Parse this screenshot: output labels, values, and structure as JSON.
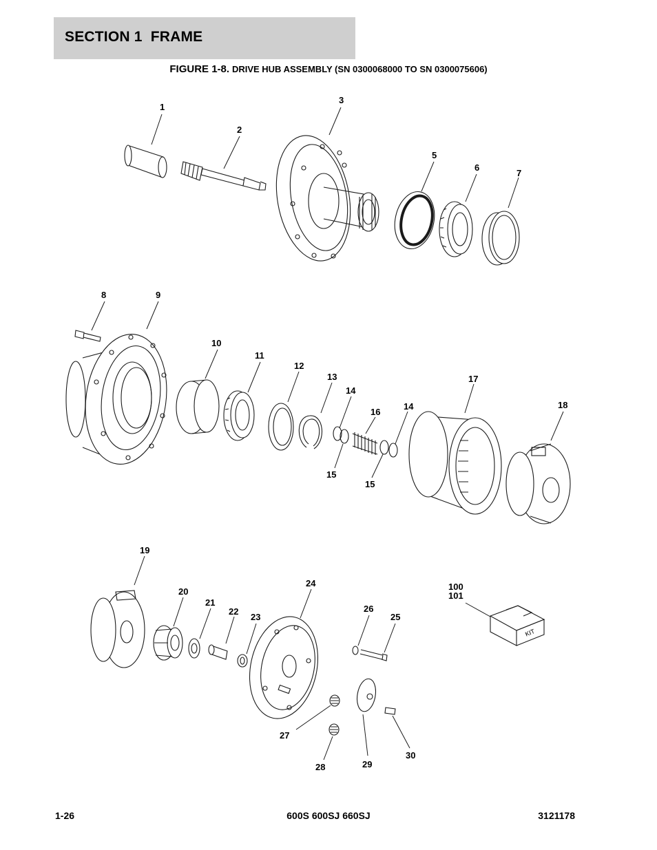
{
  "header": {
    "section_title": "SECTION 1  FRAME"
  },
  "figure": {
    "number": "FIGURE 1-8.",
    "title": "DRIVE HUB ASSEMBLY (SN 0300068000 TO SN 0300075606)"
  },
  "callouts": [
    "1",
    "2",
    "3",
    "5",
    "6",
    "7",
    "8",
    "9",
    "10",
    "11",
    "12",
    "13",
    "14",
    "14",
    "15",
    "15",
    "16",
    "17",
    "18",
    "19",
    "20",
    "21",
    "22",
    "23",
    "24",
    "25",
    "26",
    "27",
    "28",
    "29",
    "30",
    "100",
    "101"
  ],
  "kit_label": "KIT",
  "footer": {
    "page": "1-26",
    "models": "600S 600SJ 660SJ",
    "doc_number": "3121178"
  }
}
